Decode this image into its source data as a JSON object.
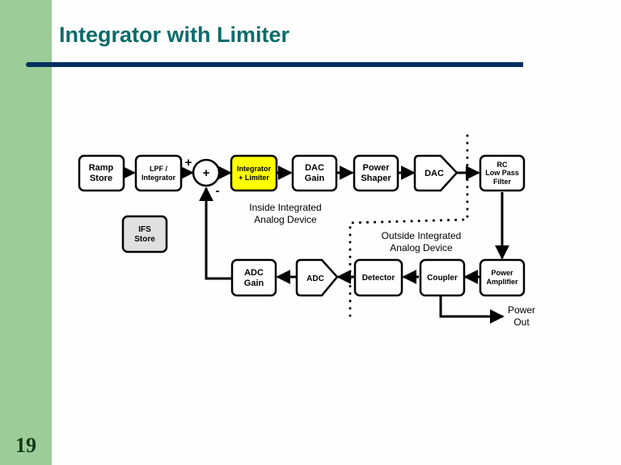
{
  "slide": {
    "title": "Integrator with Limiter",
    "page_number": "19"
  },
  "colors": {
    "sidebar": "#9ccc98",
    "title": "#0d6b6a",
    "rule": "#00305e",
    "highlight_block": "#ffff00",
    "ifs_block": "#e0e0e0"
  },
  "diagram": {
    "blocks": {
      "ramp_store": [
        "Ramp",
        "Store"
      ],
      "lpf_integrator": [
        "LPF /",
        "Integrator"
      ],
      "integrator_limiter": [
        "Integrator",
        "+ Limiter"
      ],
      "dac_gain": [
        "DAC",
        "Gain"
      ],
      "power_shaper": [
        "Power",
        "Shaper"
      ],
      "dac": [
        "DAC"
      ],
      "rc_filter": [
        "RC",
        "Low Pass",
        "Filter"
      ],
      "ifs_store": [
        "IFS",
        "Store"
      ],
      "power_amplifier": [
        "Power",
        "Amplifier"
      ],
      "coupler": [
        "Coupler"
      ],
      "detector": [
        "Detector"
      ],
      "adc": [
        "ADC"
      ],
      "adc_gain": [
        "ADC",
        "Gain"
      ]
    },
    "summing_junction": {
      "symbol": "+",
      "plus_input": "+",
      "minus_input": "-"
    },
    "labels": {
      "inside": [
        "Inside Integrated",
        "Analog Device"
      ],
      "outside": [
        "Outside Integrated",
        "Analog Device"
      ],
      "power_out": [
        "Power",
        "Out"
      ]
    }
  }
}
